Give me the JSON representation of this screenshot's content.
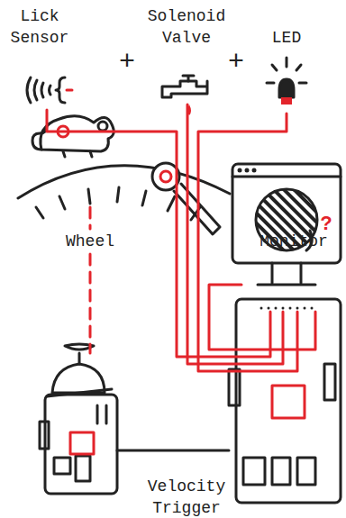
{
  "diagram": {
    "labels": [
      "Lick Sensor",
      "Solenoid Valve",
      "LED",
      "+",
      "+",
      "Wheel",
      "Monitor",
      "Velocity Trigger",
      "?"
    ]
  }
}
